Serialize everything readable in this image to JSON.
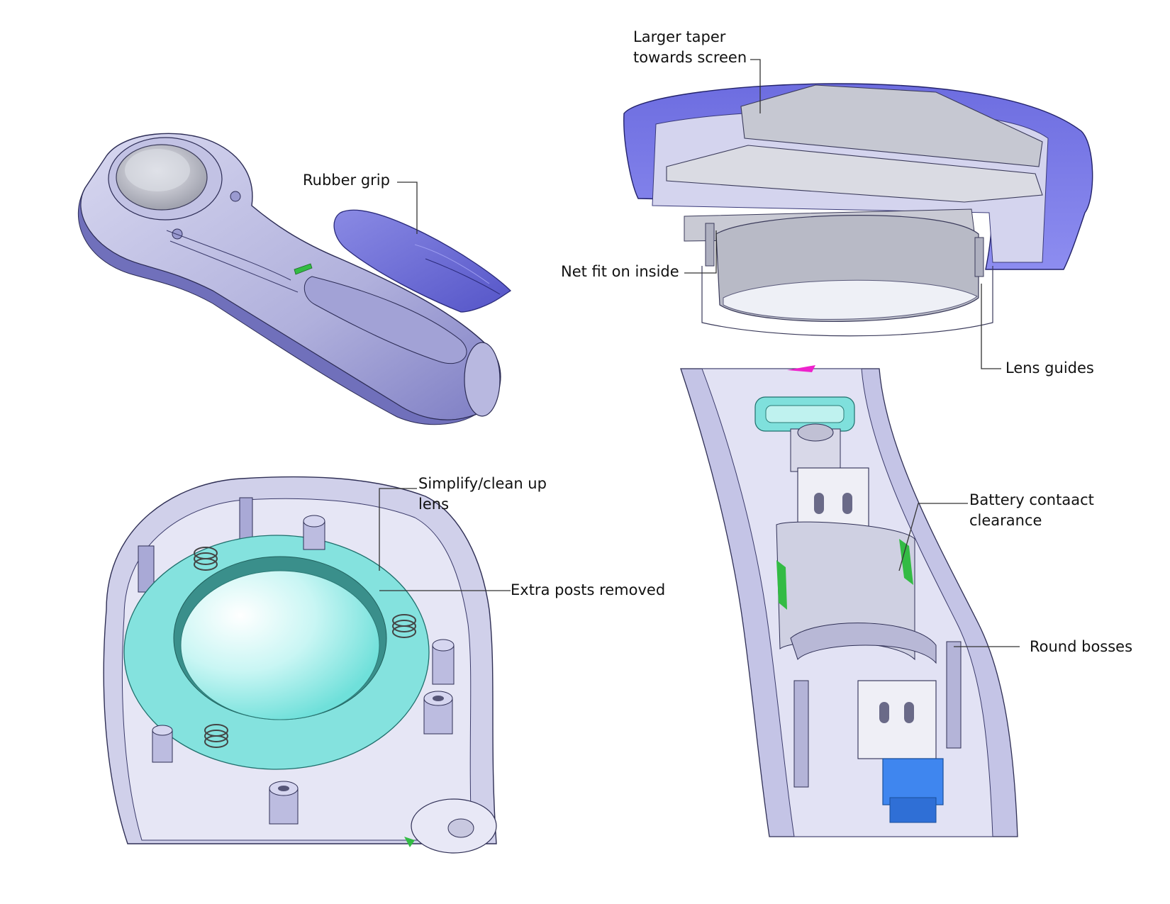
{
  "callouts": {
    "rubber_grip": "Rubber grip",
    "taper": "Larger taper\ntowards screen",
    "net_fit": "Net fit on inside",
    "lens_guides": "Lens guides",
    "simplify_lens": "Simplify/clean up\nlens",
    "extra_posts": "Extra posts removed",
    "battery_clearance": "Battery contaact\nclearance",
    "round_bosses": "Round bosses"
  },
  "colors": {
    "body_lavender": "#b8b8de",
    "body_shadow": "#7c7cc0",
    "rubber_blue": "#6f6fd6",
    "lens_gray": "#c9cbd3",
    "lens_cyan": "#8fe6e2",
    "battery_blue": "#3f86ef",
    "contact_green": "#33bb44",
    "leader_line": "#333333"
  }
}
